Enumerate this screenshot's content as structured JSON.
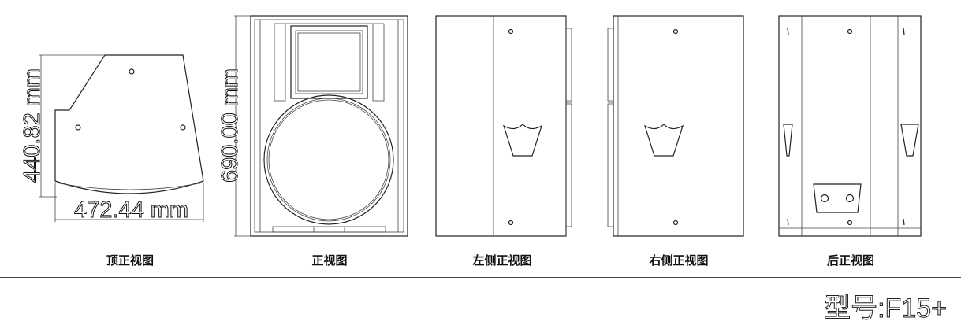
{
  "dimensions": {
    "top_depth": "440.82 mm",
    "top_width": "472.44 mm",
    "front_height": "690.00 mm"
  },
  "views": {
    "top": "顶正视图",
    "front": "正视图",
    "left": "左侧正视图",
    "right": "右侧正视图",
    "back": "后正视图"
  },
  "model": "型号:F15+"
}
